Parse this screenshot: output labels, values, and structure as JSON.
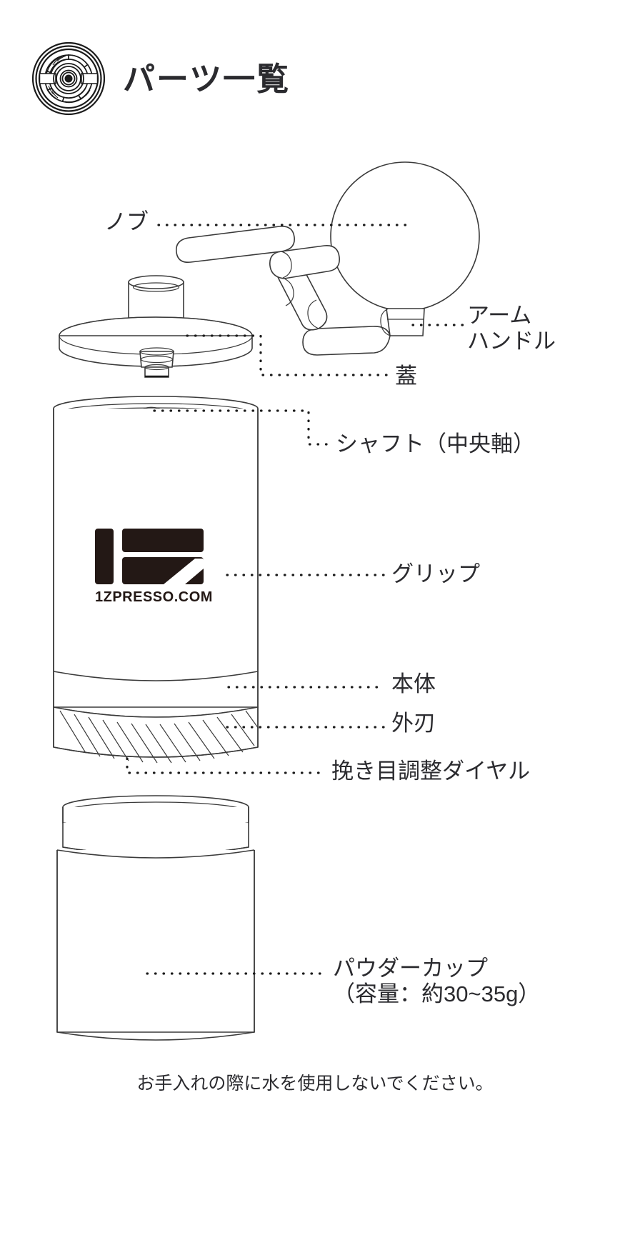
{
  "header": {
    "title": "パーツ一覧",
    "icon": "burr-wheel-icon"
  },
  "labels": {
    "knob": "ノブ",
    "arm": "アーム",
    "handle": "ハンドル",
    "lid": "蓋",
    "shaft": "シャフト（中央軸）",
    "grip": "グリップ",
    "body": "本体",
    "outer_burr": "外刃",
    "grind_dial": "挽き目調整ダイヤル",
    "powder_cup_line1": "パウダーカップ",
    "powder_cup_line2": "（容量：約30~35g）"
  },
  "product_logo": {
    "mark": "1z-logo-mark",
    "text": "1ZPRESSO.COM"
  },
  "footer": {
    "note": "お手入れの際に水を使用しないでください。"
  },
  "colors": {
    "ink": "#2b2b2f",
    "line": "#3a3a3a",
    "logo": "#231815",
    "background": "#ffffff"
  }
}
